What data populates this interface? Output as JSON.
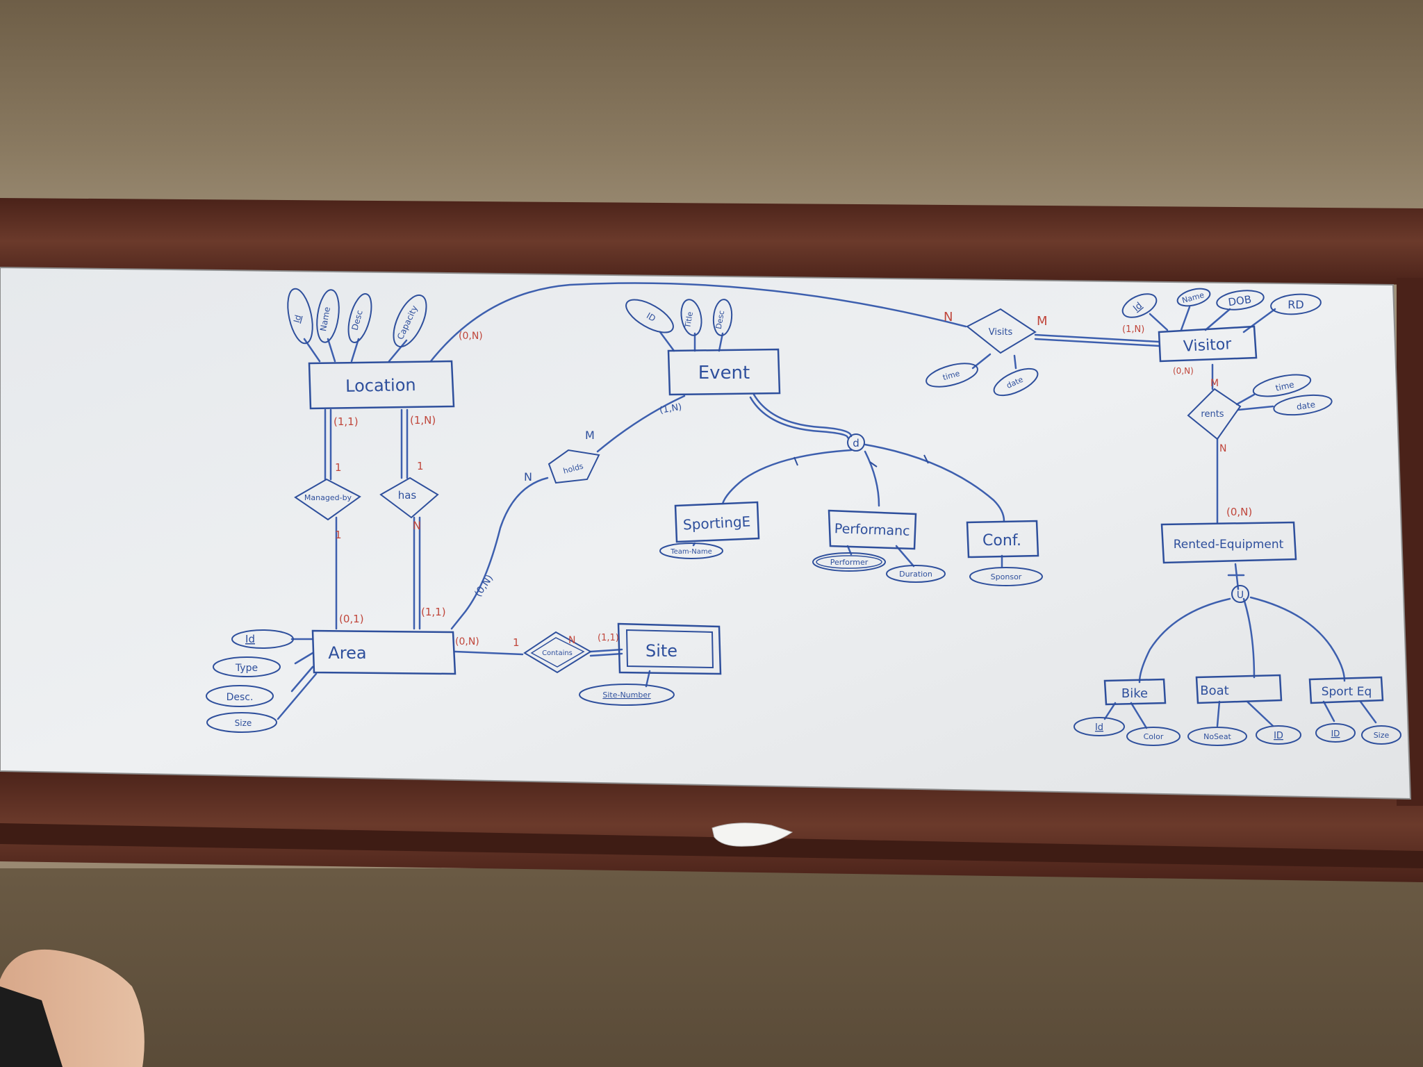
{
  "entities": [
    {
      "id": "location",
      "name": "Location",
      "attributes": [
        "Id",
        "Name",
        "Desc",
        "Capacity"
      ]
    },
    {
      "id": "event",
      "name": "Event",
      "attributes": [
        "ID",
        "Title",
        "Desc"
      ]
    },
    {
      "id": "visitor",
      "name": "Visitor",
      "attributes": [
        "Id",
        "Name",
        "DOB",
        "RD"
      ]
    },
    {
      "id": "area",
      "name": "Area",
      "attributes": [
        "Id",
        "Type",
        "Desc.",
        "Size"
      ]
    },
    {
      "id": "site",
      "name": "Site",
      "attributes": [
        "Site-Number"
      ]
    },
    {
      "id": "sporting-event",
      "name": "SportingE",
      "attributes": [
        "Team-Name"
      ]
    },
    {
      "id": "performance",
      "name": "Performanc",
      "attributes": [
        "Performer",
        "Duration"
      ]
    },
    {
      "id": "conference",
      "name": "Conf.",
      "attributes": [
        "Sponsor"
      ]
    },
    {
      "id": "rented-equipment",
      "name": "Rented-Equipment",
      "attributes": []
    },
    {
      "id": "bike",
      "name": "Bike",
      "attributes": [
        "Id",
        "Color"
      ]
    },
    {
      "id": "boat",
      "name": "Boat",
      "attributes": [
        "NoSeat",
        "ID"
      ]
    },
    {
      "id": "sport-equipment",
      "name": "Sport Eq",
      "attributes": [
        "ID",
        "Size"
      ]
    }
  ],
  "relationships": [
    {
      "id": "managed-by",
      "name": "Managed-by",
      "attributes": []
    },
    {
      "id": "has",
      "name": "has",
      "attributes": []
    },
    {
      "id": "holds",
      "name": "holds",
      "attributes": []
    },
    {
      "id": "visits",
      "name": "Visits",
      "attributes": [
        "time",
        "date"
      ]
    },
    {
      "id": "rents",
      "name": "rents",
      "attributes": [
        "time",
        "date"
      ]
    },
    {
      "id": "contains",
      "name": "Contains",
      "attributes": []
    }
  ],
  "cardinalities": {
    "location_managed": "(1,1)",
    "location_has": "(1,N)",
    "managed_one_top": "1",
    "managed_one_bottom": "1",
    "has_one": "1",
    "has_n": "N",
    "area_managed": "(0,1)",
    "area_has": "(1,1)",
    "area_holds": "(0,N)",
    "area_contains": "(0,N)",
    "contains_one": "1",
    "contains_n": "N",
    "site_contains": "(1,1)",
    "event_holds": "(1,N)",
    "holds_m": "M",
    "holds_n": "N",
    "location_visits": "(0,N)",
    "visits_n": "N",
    "visits_m": "M",
    "visitor_visits": "(1,N)",
    "visitor_rents": "(0,N)",
    "rents_m": "M",
    "rents_n": "N",
    "equipment_rents": "(0,N)"
  },
  "specializations": {
    "event": "d",
    "equipment": "U"
  },
  "colors": {
    "marker_blue": "#2e4f9c",
    "marker_red": "#c0463b",
    "board": "#e9ecef",
    "frame": "#5a2e22"
  }
}
